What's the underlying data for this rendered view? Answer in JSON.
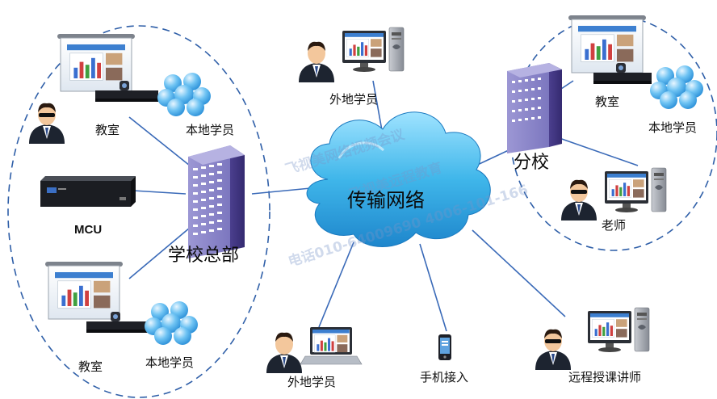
{
  "cloud": {
    "label": "传输网络",
    "color": "#3fb6ea"
  },
  "hq": {
    "label": "学校总部"
  },
  "branch": {
    "label": "分校"
  },
  "mcu": {
    "label": "MCU"
  },
  "left_group": {
    "classroom_top": "教室",
    "students_top": "本地学员",
    "classroom_bottom": "教室",
    "students_bottom": "本地学员"
  },
  "right_group": {
    "classroom": "教室",
    "students": "本地学员",
    "teacher": "老师"
  },
  "remote": {
    "top_student": "外地学员",
    "bottom_student": "外地学员",
    "mobile": "手机接入",
    "lecturer": "远程授课讲师"
  },
  "watermark": {
    "line1": "飞视美网络视频会议",
    "line2": "飞视美远程教育",
    "line3": "电话010-64009690 4006-101-166"
  },
  "colors": {
    "ellipse": "#2f5fa8",
    "line": "#3a6ab8",
    "building": "#8a85c8"
  }
}
